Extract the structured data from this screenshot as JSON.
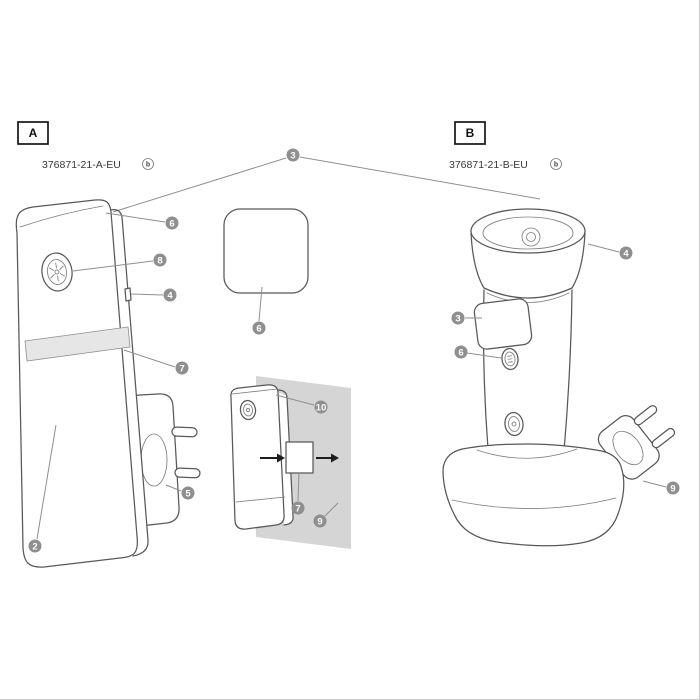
{
  "variant_a": {
    "box_label": "A",
    "model": "376871-21-A-EU",
    "badge": "b"
  },
  "variant_b": {
    "box_label": "B",
    "model": "376871-21-B-EU",
    "badge": "b"
  },
  "callouts": {
    "shared_top": "3",
    "a_top": "6",
    "a_button": "8",
    "a_switch": "4",
    "a_stripe": "7",
    "a_plug": "5",
    "a_body": "2",
    "pad": "6",
    "m_top": "10",
    "m_plate": "7",
    "m_wall": "9",
    "b_head": "4",
    "b_panel": "3",
    "b_button": "6",
    "b_plug": "9"
  },
  "colors": {
    "callout_fill": "#8f8f8f",
    "wall_fill": "#d5d5d5",
    "line": "#585858"
  }
}
